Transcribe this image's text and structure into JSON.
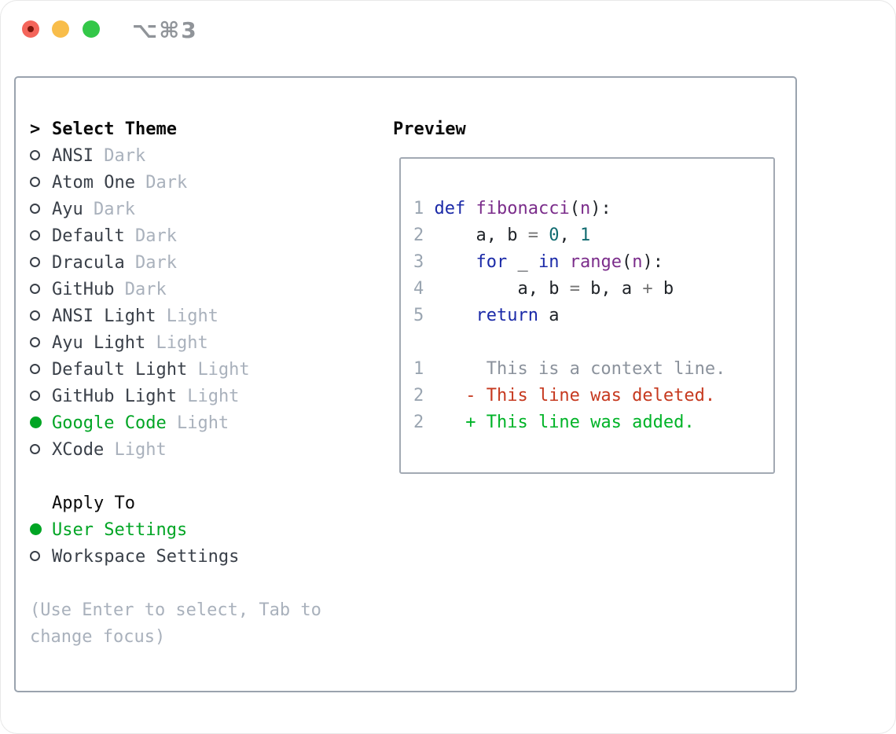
{
  "window": {
    "title": "⌥⌘3"
  },
  "panel": {
    "sidebar": {
      "cursor": ">",
      "header": "Select Theme",
      "themes": [
        {
          "name": "ANSI",
          "variant": "Dark",
          "selected": false
        },
        {
          "name": "Atom One",
          "variant": "Dark",
          "selected": false
        },
        {
          "name": "Ayu",
          "variant": "Dark",
          "selected": false
        },
        {
          "name": "Default",
          "variant": "Dark",
          "selected": false
        },
        {
          "name": "Dracula",
          "variant": "Dark",
          "selected": false
        },
        {
          "name": "GitHub",
          "variant": "Dark",
          "selected": false
        },
        {
          "name": "ANSI Light",
          "variant": "Light",
          "selected": false
        },
        {
          "name": "Ayu Light",
          "variant": "Light",
          "selected": false
        },
        {
          "name": "Default Light",
          "variant": "Light",
          "selected": false
        },
        {
          "name": "GitHub Light",
          "variant": "Light",
          "selected": false
        },
        {
          "name": "Google Code",
          "variant": "Light",
          "selected": true
        },
        {
          "name": "XCode",
          "variant": "Light",
          "selected": false
        }
      ],
      "apply_to": {
        "header": "Apply To",
        "options": [
          {
            "label": "User Settings",
            "selected": true
          },
          {
            "label": "Workspace Settings",
            "selected": false
          }
        ]
      },
      "help": "(Use Enter to select, Tab to change focus)"
    },
    "preview": {
      "header": "Preview",
      "code_lines": [
        {
          "num": "1",
          "tokens": [
            [
              "kw",
              "def"
            ],
            [
              "pl",
              " "
            ],
            [
              "fn",
              "fibonacci"
            ],
            [
              "pl",
              "("
            ],
            [
              "fn",
              "n"
            ],
            [
              "pl",
              "):"
            ]
          ]
        },
        {
          "num": "2",
          "tokens": [
            [
              "pl",
              "    a, b "
            ],
            [
              "op",
              "="
            ],
            [
              "pl",
              " "
            ],
            [
              "lit",
              "0"
            ],
            [
              "pl",
              ", "
            ],
            [
              "lit",
              "1"
            ]
          ]
        },
        {
          "num": "3",
          "tokens": [
            [
              "pl",
              "    "
            ],
            [
              "kw",
              "for"
            ],
            [
              "pl",
              " _ "
            ],
            [
              "kw",
              "in"
            ],
            [
              "pl",
              " "
            ],
            [
              "fn",
              "range"
            ],
            [
              "pl",
              "("
            ],
            [
              "fn",
              "n"
            ],
            [
              "pl",
              "):"
            ]
          ]
        },
        {
          "num": "4",
          "tokens": [
            [
              "pl",
              "        a, b "
            ],
            [
              "op",
              "="
            ],
            [
              "pl",
              " b, a "
            ],
            [
              "op",
              "+"
            ],
            [
              "pl",
              " b"
            ]
          ]
        },
        {
          "num": "5",
          "tokens": [
            [
              "pl",
              "    "
            ],
            [
              "kw",
              "return"
            ],
            [
              "pl",
              " a"
            ]
          ]
        }
      ],
      "diff_lines": [
        {
          "num": "1",
          "sign": " ",
          "text": "This is a context line.",
          "type": "context"
        },
        {
          "num": "2",
          "sign": "-",
          "text": "This line was deleted.",
          "type": "deleted"
        },
        {
          "num": "2",
          "sign": "+",
          "text": "This line was added.",
          "type": "added"
        }
      ]
    }
  },
  "colors": {
    "accent_green": "#00a524",
    "list_text": "#3a4049",
    "variant_tag": "#a9b1bc",
    "help_text": "#a9b1bc",
    "header_text": "#0a0a0a",
    "panel_border": "#9aa3ae",
    "preview_border": "#a2a9b3",
    "line_number": "#9aa5b1",
    "code_keyword": "#1b2aa8",
    "code_function": "#7b2d8b",
    "code_literal": "#116b70",
    "code_operator": "#757575",
    "code_plain": "#1f2328",
    "diff_context": "#8b929c",
    "diff_deleted": "#c6391f",
    "diff_added": "#00b327",
    "titlebar_title": "#909499",
    "traffic_red": "#f4655b",
    "traffic_red_dot": "#7c150b",
    "traffic_yellow": "#f8bd4a",
    "traffic_green": "#33c748"
  }
}
